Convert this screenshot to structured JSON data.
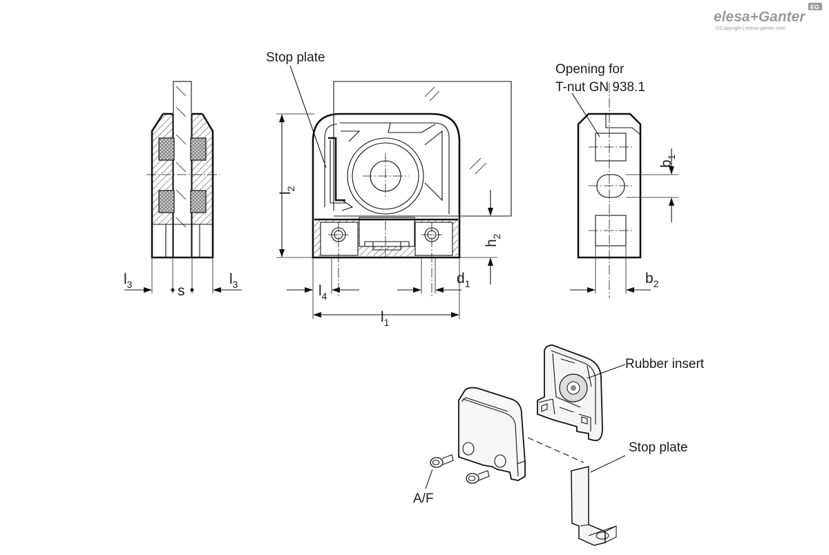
{
  "brand": {
    "logo_text": "elesa+Ganter",
    "badge": "EG",
    "copyright": "©Copyright | elesa-ganter.com"
  },
  "labels": {
    "stop_plate_top": "Stop plate",
    "opening_line1": "Opening for",
    "opening_line2": "T-nut GN 938.1",
    "rubber_insert": "Rubber insert",
    "stop_plate_bottom": "Stop plate",
    "af": "A/F"
  },
  "dimensions": {
    "l3_left": {
      "base": "l",
      "sub": "3"
    },
    "s": {
      "base": "s",
      "sub": ""
    },
    "l3_right": {
      "base": "l",
      "sub": "3"
    },
    "l2": {
      "base": "l",
      "sub": "2"
    },
    "h2": {
      "base": "h",
      "sub": "2"
    },
    "d1": {
      "base": "d",
      "sub": "1"
    },
    "l4": {
      "base": "l",
      "sub": "4"
    },
    "l1": {
      "base": "l",
      "sub": "1"
    },
    "b1": {
      "base": "b",
      "sub": "1"
    },
    "b2": {
      "base": "b",
      "sub": "2"
    }
  }
}
